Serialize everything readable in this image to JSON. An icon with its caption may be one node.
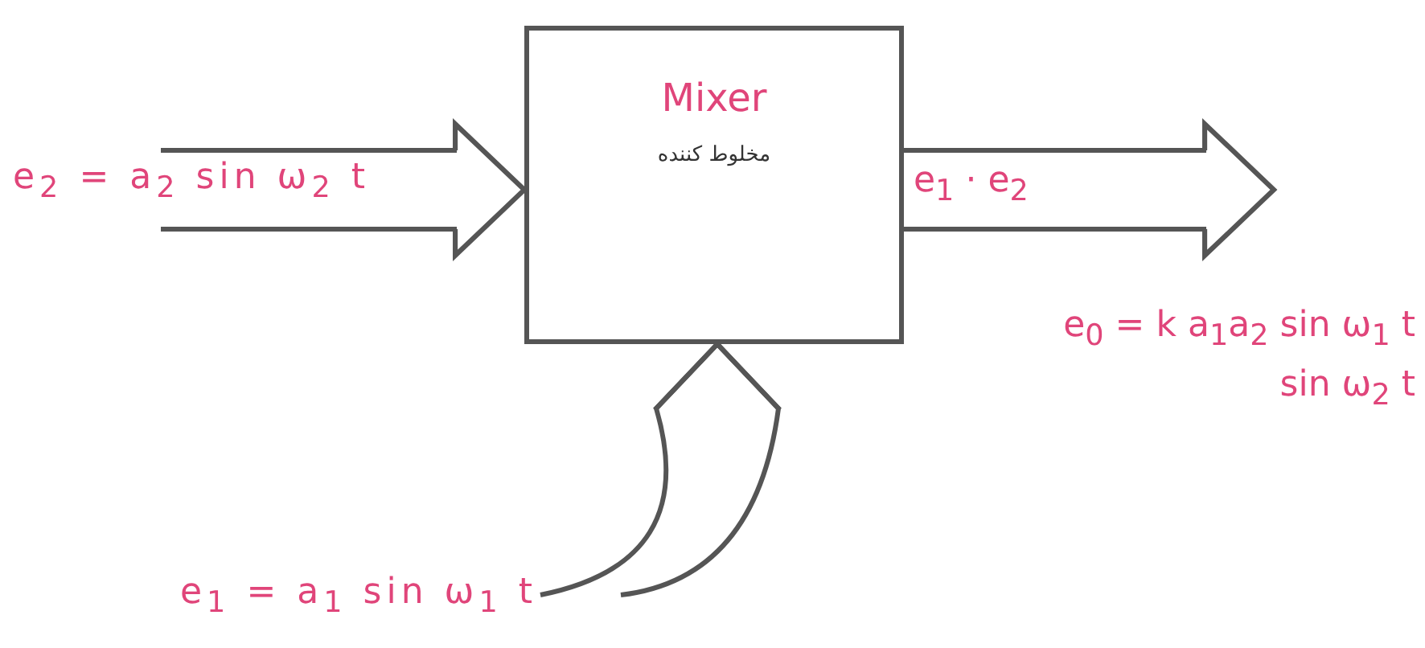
{
  "diagram": {
    "nodes": [
      {
        "text": [
          "Mixer",
          "مخلوط کننده"
        ]
      },
      {
        "text": [
          "e$_{2}$ = a$_{2}$ sin ω$_{2}$ t"
        ]
      },
      {
        "text": [
          "e$_{1}$ = a$_{1}$ sin ω$_{1}$ t"
        ]
      }
    ],
    "edges": [
      {
        "from": 1,
        "to": 0,
        "arrow": "to"
      },
      {
        "from": 2,
        "to": 0,
        "arrow": "to"
      },
      {
        "from": 0,
        "to": null,
        "arrow": "to",
        "label": "e$_{1}$ · e$_{2}$"
      }
    ],
    "labels": [
      "e$_{0}$ = k a$_{1}$a$_{2}$ sin ω$_{1}$ t sin ω$_{2}$ t"
    ]
  }
}
